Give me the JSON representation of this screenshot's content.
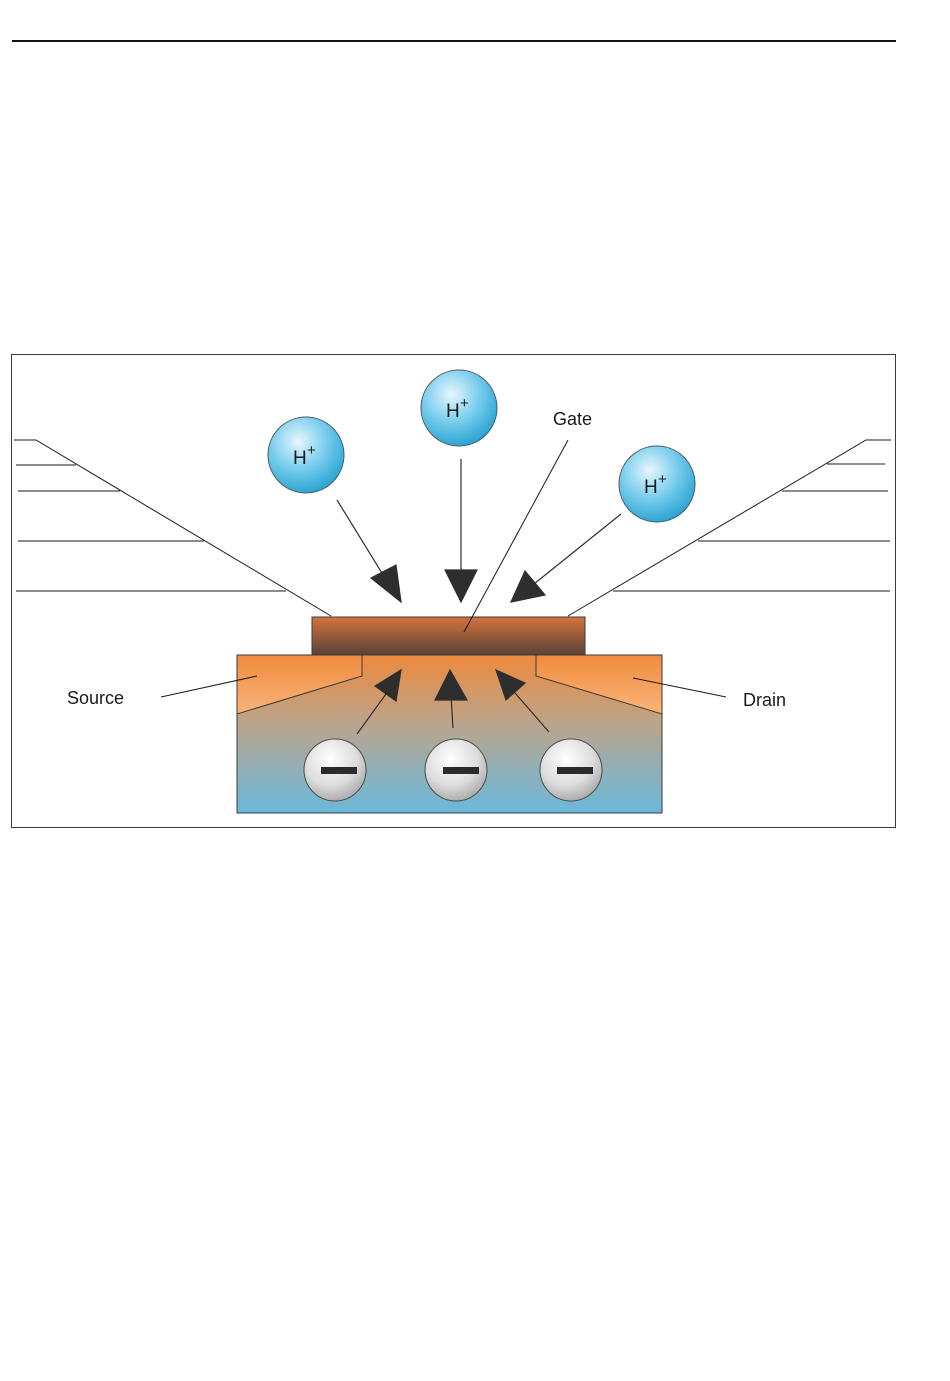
{
  "labels": {
    "gate": "Gate",
    "source": "Source",
    "drain": "Drain"
  },
  "ion": {
    "symbol": "H",
    "charge": "+"
  },
  "colors": {
    "gate_top": "#d2733a",
    "gate_bottom": "#5a4238",
    "substrate_top": "#ee8a3c",
    "substrate_bottom": "#6ab8dc",
    "proton_light": "#e6f7fd",
    "proton_dark": "#2aa3d2",
    "electron_light": "#ffffff",
    "electron_dark": "#a6a6a6",
    "arrow": "#2e2e2e"
  }
}
